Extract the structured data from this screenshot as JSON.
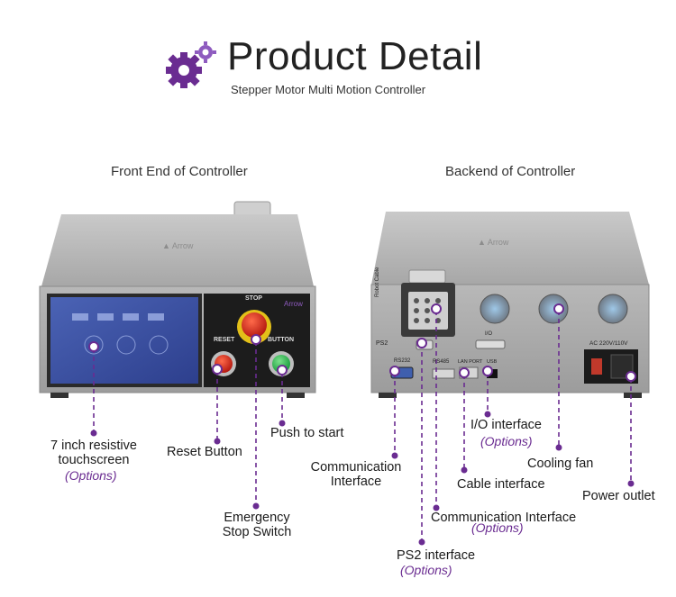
{
  "header": {
    "title": "Product Detail",
    "subtitle": "Stepper Motor Multi Motion Controller",
    "icon": "gears-icon",
    "accent": "#6a2c91"
  },
  "sections": {
    "front": "Front End of Controller",
    "back": "Backend of Controller"
  },
  "front_panel": {
    "brand": "Arrow",
    "stop": "STOP",
    "reset": "RESET",
    "button": "BUTTON"
  },
  "back_panel": {
    "side_label_top": "Robot Cable",
    "side_label_ps2": "PS2",
    "rs232": "RS232",
    "rs485": "RS485",
    "lan": "LAN PORT",
    "usb": "USB",
    "io": "I/O",
    "ac": "AC 220V/110V"
  },
  "callouts": {
    "touchscreen_line1": "7 inch resistive",
    "touchscreen_line2": "touchscreen",
    "touchscreen_opt": "(Options)",
    "reset_button": "Reset Button",
    "push_to_start": "Push to start",
    "emergency_line1": "Emergency",
    "emergency_line2": "Stop Switch",
    "comm_line1": "Communication",
    "comm_line2": "Interface",
    "io_interface": "I/O interface",
    "io_opt": "(Options)",
    "cooling_fan": "Cooling fan",
    "cable_interface": "Cable interface",
    "power_outlet": "Power outlet",
    "comm_interface2": "Communication Interface",
    "comm_opt": "(Options)",
    "ps2_interface": "PS2 interface",
    "ps2_opt": "(Options)"
  }
}
